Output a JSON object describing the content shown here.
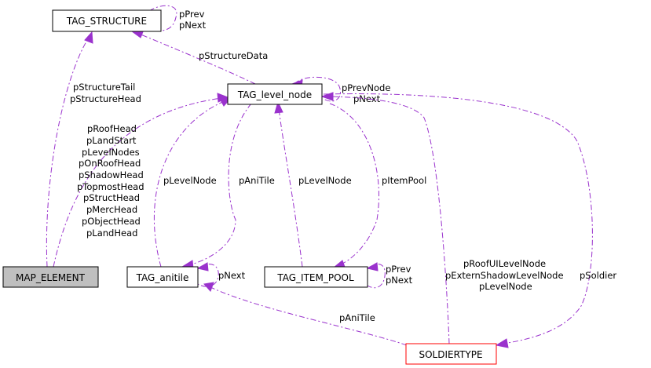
{
  "nodes": {
    "tag_structure": {
      "label": "TAG_STRUCTURE"
    },
    "tag_level_node": {
      "label": "TAG_level_node"
    },
    "map_element": {
      "label": "MAP_ELEMENT"
    },
    "tag_anitile": {
      "label": "TAG_anitile"
    },
    "tag_item_pool": {
      "label": "TAG_ITEM_POOL"
    },
    "soldiertype": {
      "label": "SOLDIERTYPE"
    }
  },
  "edge_labels": {
    "structure_self": [
      "pPrev",
      "pNext"
    ],
    "structure_data": [
      "pStructureData"
    ],
    "level_node_self": [
      "pPrevNode",
      "pNext"
    ],
    "map_to_structure": [
      "pStructureTail",
      "pStructureHead"
    ],
    "map_to_level_node": [
      "pRoofHead",
      "pLandStart",
      "pLevelNodes",
      "pOnRoofHead",
      "pShadowHead",
      "pTopmostHead",
      "pStructHead",
      "pMercHead",
      "pObjectHead",
      "pLandHead"
    ],
    "anitile_level_node": [
      "pLevelNode"
    ],
    "level_node_anitile": [
      "pAniTile"
    ],
    "item_pool_level_node": [
      "pLevelNode"
    ],
    "level_node_item_pool": [
      "pItemPool"
    ],
    "anitile_self": [
      "pNext"
    ],
    "item_pool_self": [
      "pPrev",
      "pNext"
    ],
    "soldier_level_node": [
      "pRoofUILevelNode",
      "pExternShadowLevelNode",
      "pLevelNode"
    ],
    "level_node_soldier": [
      "pSoldier"
    ],
    "soldier_anitile": [
      "pAniTile"
    ]
  },
  "colors": {
    "edge": "#9a32cd",
    "node_border": "#000000",
    "soldier_border": "#ff0000",
    "map_element_fill": "#bfbfbf"
  }
}
